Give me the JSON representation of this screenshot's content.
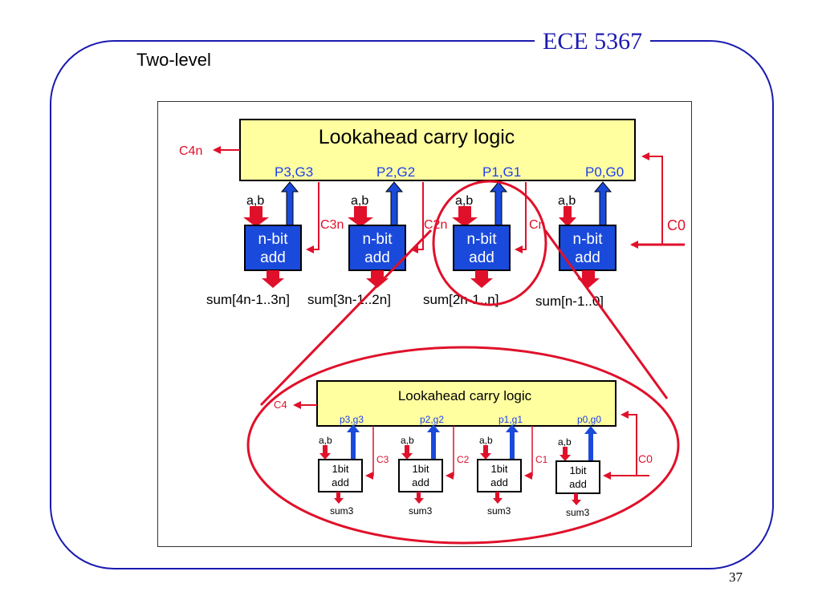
{
  "slide": {
    "course": "ECE 5367",
    "title": "Two-level",
    "page_number": "37"
  },
  "colors": {
    "frame": "#1a1ab0",
    "logic_fill": "#ffffa0",
    "adder_fill": "#1a4adb",
    "arrow_red": "#e0102a",
    "arrow_blue": "#1a4adb",
    "label_red": "#e0102a",
    "label_blue": "#1f3ff0"
  },
  "top_level": {
    "logic_label": "Lookahead carry logic",
    "carry_out": "C4n",
    "carry_in": "C0",
    "blocks": [
      {
        "pg": "P3,G3",
        "ab": "a,b",
        "name_1": "n-bit",
        "name_2": "add",
        "carry": "C3n",
        "sum": "sum[4n-1..3n]"
      },
      {
        "pg": "P2,G2",
        "ab": "a,b",
        "name_1": "n-bit",
        "name_2": "add",
        "carry": "C2n",
        "sum": "sum[3n-1..2n]"
      },
      {
        "pg": "P1,G1",
        "ab": "a,b",
        "name_1": "n-bit",
        "name_2": "add",
        "carry": "Cn",
        "sum": "sum[2n-1..n]"
      },
      {
        "pg": "P0,G0",
        "ab": "a,b",
        "name_1": "n-bit",
        "name_2": "add",
        "carry": "",
        "sum": "sum[n-1..0]"
      }
    ]
  },
  "zoom_level": {
    "logic_label": "Lookahead carry logic",
    "carry_out": "C4",
    "carry_in": "C0",
    "blocks": [
      {
        "pg": "p3,g3",
        "ab": "a,b",
        "name_1": "1bit",
        "name_2": "add",
        "carry": "C3",
        "sum": "sum3"
      },
      {
        "pg": "p2,g2",
        "ab": "a,b",
        "name_1": "1bit",
        "name_2": "add",
        "carry": "C2",
        "sum": "sum3"
      },
      {
        "pg": "p1,g1",
        "ab": "a,b",
        "name_1": "1bit",
        "name_2": "add",
        "carry": "C1",
        "sum": "sum3"
      },
      {
        "pg": "p0,g0",
        "ab": "a,b",
        "name_1": "1bit",
        "name_2": "add",
        "carry": "",
        "sum": "sum3"
      }
    ]
  }
}
